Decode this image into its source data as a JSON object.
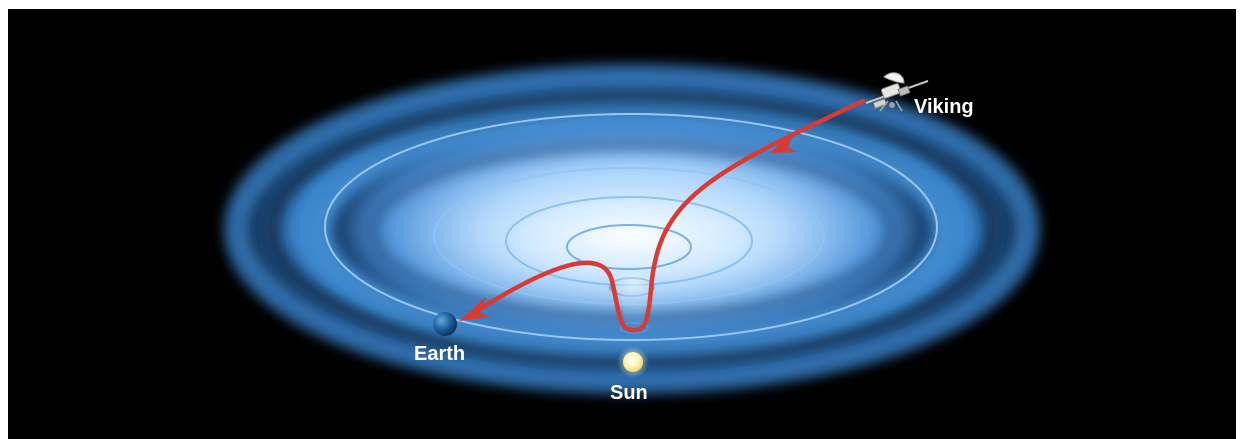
{
  "labels": {
    "viking": "Viking",
    "earth": "Earth",
    "sun": "Sun"
  },
  "colors": {
    "background": "#000000",
    "ring_blue": "#3f8fd8",
    "ring_highlight": "#a9d4ff",
    "path": "#d93a32",
    "sun": "#fff6c8",
    "earth": "#1f5f99"
  },
  "icons": {
    "spacecraft": "viking-spacecraft-icon",
    "earth": "earth-planet-icon",
    "sun": "sun-star-icon",
    "path_arrow": "arrow-head-icon"
  }
}
